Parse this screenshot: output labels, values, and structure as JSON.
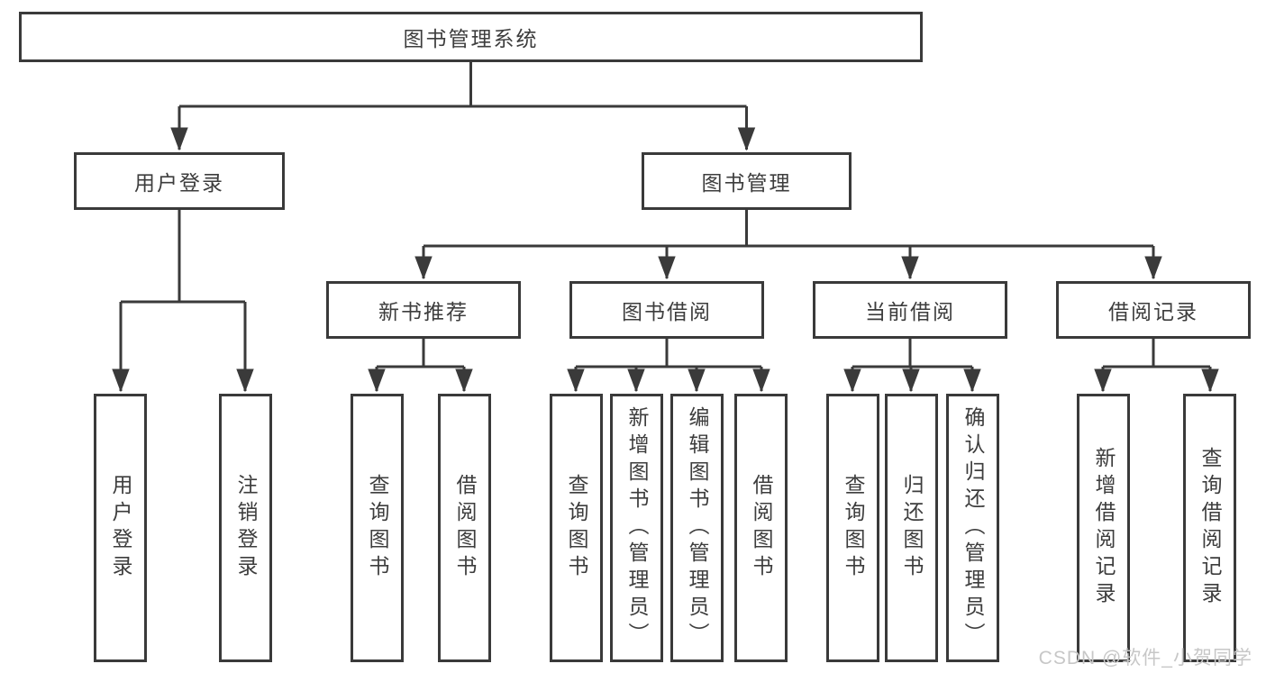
{
  "diagram": {
    "title_node": {
      "label": "图书管理系统"
    },
    "level2": [
      {
        "id": "user-login-module",
        "label": "用户登录"
      },
      {
        "id": "book-management-module",
        "label": "图书管理"
      }
    ],
    "level3": [
      {
        "id": "new-book-recommend",
        "label": "新书推荐"
      },
      {
        "id": "book-borrowing",
        "label": "图书借阅"
      },
      {
        "id": "current-borrowing",
        "label": "当前借阅"
      },
      {
        "id": "borrowing-records",
        "label": "借阅记录"
      }
    ],
    "leaves": [
      {
        "parent": "用户登录",
        "label": "用户登录"
      },
      {
        "parent": "用户登录",
        "label": "注销登录"
      },
      {
        "parent": "新书推荐",
        "label": "查询图书"
      },
      {
        "parent": "新书推荐",
        "label": "借阅图书"
      },
      {
        "parent": "图书借阅",
        "label": "查询图书"
      },
      {
        "parent": "图书借阅",
        "label": "新增图书（管理员）"
      },
      {
        "parent": "图书借阅",
        "label": "编辑图书（管理员）"
      },
      {
        "parent": "图书借阅",
        "label": "借阅图书"
      },
      {
        "parent": "当前借阅",
        "label": "查询图书"
      },
      {
        "parent": "当前借阅",
        "label": "归还图书"
      },
      {
        "parent": "当前借阅",
        "label": "确认归还（管理员）"
      },
      {
        "parent": "借阅记录",
        "label": "新增借阅记录"
      },
      {
        "parent": "借阅记录",
        "label": "查询借阅记录"
      }
    ]
  },
  "watermark": {
    "text": "CSDN @软件_小贺同学"
  },
  "colors": {
    "line": "#3a3a3a",
    "box_border": "#3a3a3a",
    "text": "#3d3d3d",
    "watermark": "#c7c7c7",
    "background": "#ffffff"
  }
}
